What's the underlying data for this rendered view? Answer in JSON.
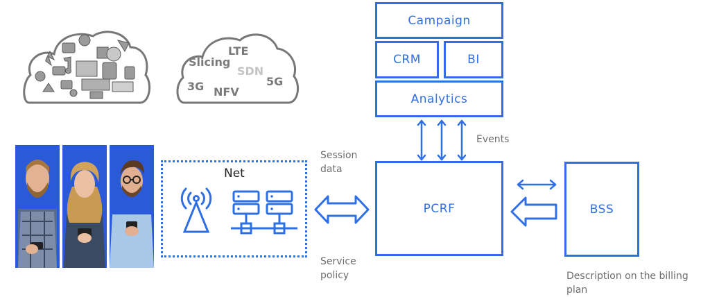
{
  "clouds": {
    "tech_words": [
      {
        "text": "LTE",
        "tone": "dark"
      },
      {
        "text": "Slicing",
        "tone": "dark"
      },
      {
        "text": "SDN",
        "tone": "light"
      },
      {
        "text": "3G",
        "tone": "dark"
      },
      {
        "text": "NFV",
        "tone": "dark"
      },
      {
        "text": "5G",
        "tone": "dark"
      }
    ],
    "apps_icon": "apps-icons-cloud"
  },
  "users": {
    "photos": [
      "man-bearded-phone",
      "woman-curly-phone",
      "man-glasses-phone"
    ],
    "background": "#2b5ad8"
  },
  "net": {
    "title": "Net",
    "icons": [
      "antenna-tower-icon",
      "server-network-icon"
    ]
  },
  "boxes": {
    "campaign": "Campaign",
    "crm": "CRM",
    "bi": "BI",
    "analytics": "Analytics",
    "pcrf": "PCRF",
    "bss": "BSS"
  },
  "labels": {
    "session_data": "Session\ndata",
    "service_policy": "Service\npolicy",
    "events": "Events",
    "billing": "Description on the billing\nplan"
  },
  "colors": {
    "accent": "#2f6fe4",
    "muted_text": "#6d6d6d",
    "cloud_outline": "#777777"
  }
}
